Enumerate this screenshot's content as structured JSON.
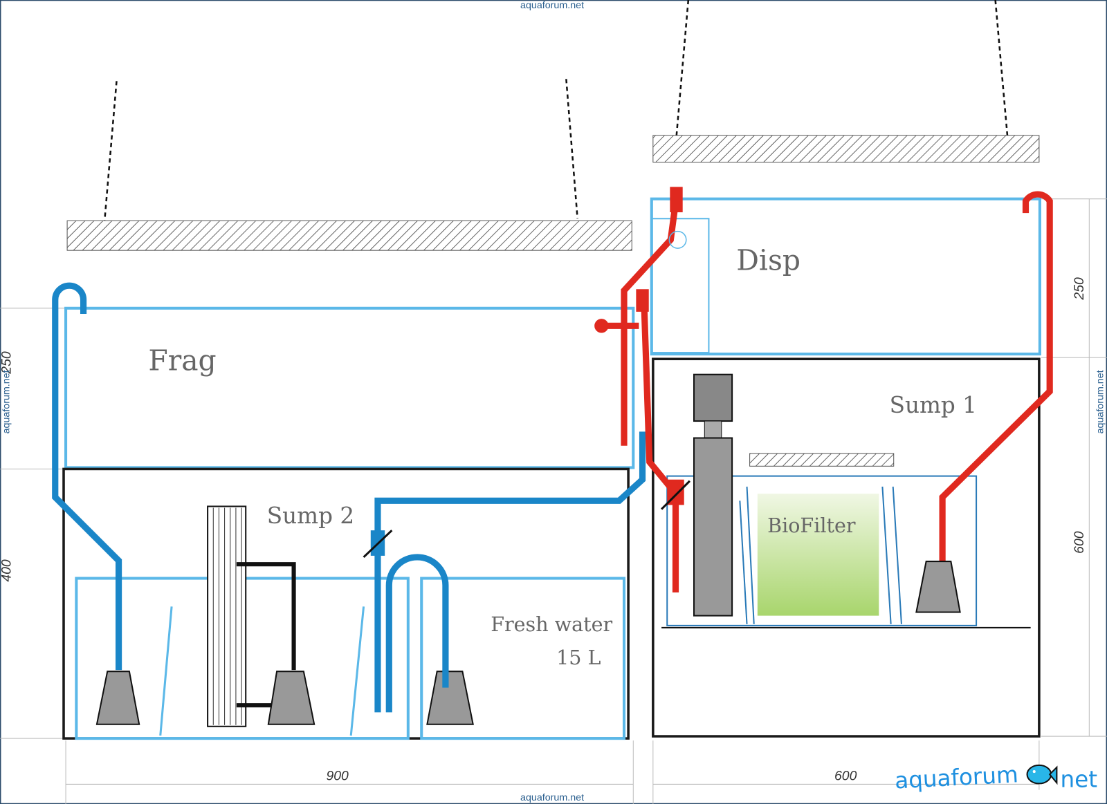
{
  "watermarks": {
    "top": "aquaforum.net",
    "bottom": "aquaforum.net",
    "left": "aquaforum.net",
    "right": "aquaforum.net"
  },
  "tanks": {
    "frag": "Frag",
    "sump2": "Sump 2",
    "fresh_water": "Fresh water",
    "fresh_water_volume": "15 L",
    "disp": "Disp",
    "sump1": "Sump 1",
    "biofilter": "BioFilter"
  },
  "dimensions": {
    "width_left": "900",
    "width_right": "600",
    "height_disp": "250",
    "height_sump1": "600",
    "height_frag": "250",
    "height_sump2": "400"
  },
  "logo": {
    "text_left": "aquaforum",
    "text_right": "net"
  },
  "colors": {
    "return_pipe": "#e0291f",
    "drain_pipe": "#1a86c8",
    "tank_outline": "#5bb8e8",
    "sump_outline": "#1a1a1a"
  }
}
